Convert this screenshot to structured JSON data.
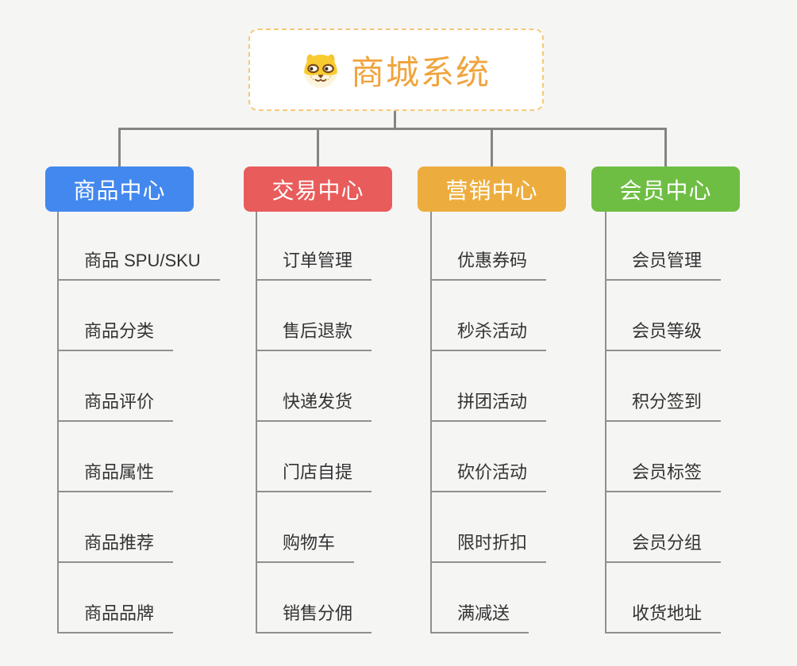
{
  "palette": {
    "background": "#F5F5F4",
    "connector": "#848484",
    "underline": "#8F8F8F",
    "leaf_text": "#333333",
    "root_text": "#F0A43E",
    "root_border": "#F6C878"
  },
  "root": {
    "title": "商城系统",
    "icon": "dog-face-icon"
  },
  "branches": [
    {
      "label": "商品中心",
      "color": "#4388EE",
      "children": [
        "商品 SPU/SKU",
        "商品分类",
        "商品评价",
        "商品属性",
        "商品推荐",
        "商品品牌"
      ]
    },
    {
      "label": "交易中心",
      "color": "#E85C5B",
      "children": [
        "订单管理",
        "售后退款",
        "快递发货",
        "门店自提",
        "购物车",
        "销售分佣"
      ]
    },
    {
      "label": "营销中心",
      "color": "#EDAD3E",
      "children": [
        "优惠券码",
        "秒杀活动",
        "拼团活动",
        "砍价活动",
        "限时折扣",
        "满减送"
      ]
    },
    {
      "label": "会员中心",
      "color": "#6FBE44",
      "children": [
        "会员管理",
        "会员等级",
        "积分签到",
        "会员标签",
        "会员分组",
        "收货地址"
      ]
    }
  ]
}
